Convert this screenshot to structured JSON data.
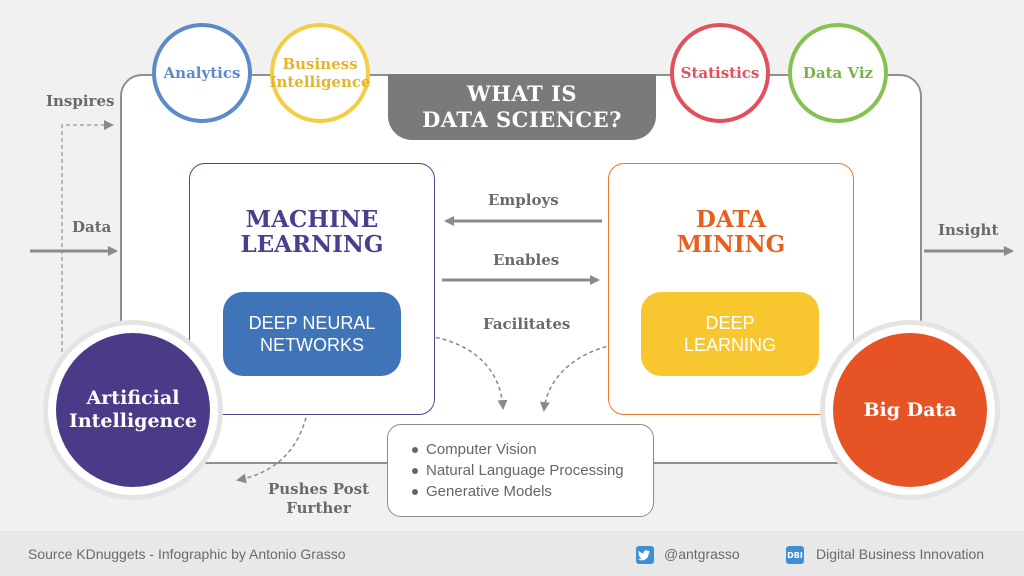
{
  "title": {
    "line1": "WHAT IS",
    "line2": "DATA SCIENCE?"
  },
  "top_circles": {
    "analytics": "Analytics",
    "business_intelligence": {
      "line1": "Business",
      "line2": "Intelligence"
    },
    "statistics": "Statistics",
    "data_viz": "Data Viz"
  },
  "machine_learning": {
    "title_line1": "MACHINE",
    "title_line2": "LEARNING",
    "sub": {
      "line1": "DEEP NEURAL",
      "line2": "NETWORKS"
    }
  },
  "data_mining": {
    "title_line1": "DATA",
    "title_line2": "MINING",
    "sub": {
      "line1": "DEEP",
      "line2": "LEARNING"
    }
  },
  "relations": {
    "employs": "Employs",
    "enables": "Enables",
    "facilitates": "Facilitates",
    "inspires": "Inspires",
    "data": "Data",
    "insight": "Insight",
    "pushes_line1": "Pushes Post",
    "pushes_line2": "Further"
  },
  "big_circles": {
    "ai": {
      "line1": "Artificial",
      "line2": "Intelligence"
    },
    "big_data": "Big Data"
  },
  "applications": [
    "Computer Vision",
    "Natural Language Processing",
    "Generative Models"
  ],
  "footer": {
    "source": "Source KDnuggets - Infographic by Antonio Grasso",
    "twitter": "@antgrasso",
    "brand": "Digital Business Innovation"
  },
  "colors": {
    "analytics": "#5d8ac9",
    "business_intelligence": "#f3cd43",
    "statistics": "#e1515c",
    "data_viz": "#85c253",
    "machine_learning": "#4b3e8e",
    "data_mining": "#e5601f",
    "deep_neural_networks": "#3f74b8",
    "deep_learning": "#f8c730",
    "artificial_intelligence": "#4b3a87",
    "big_data": "#e65325",
    "title_tab": "#7a7a7a"
  }
}
